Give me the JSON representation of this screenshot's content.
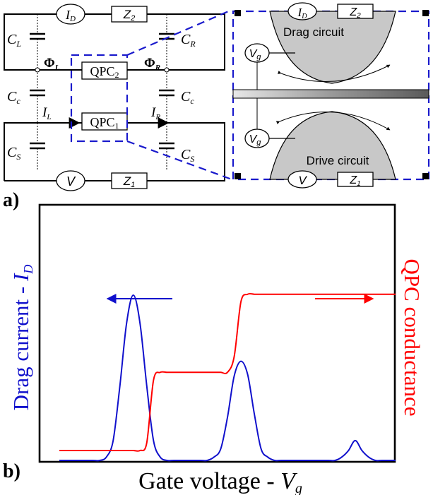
{
  "panel_a": {
    "label": "a)",
    "meters": {
      "drag": "I",
      "drag_sub": "D",
      "drive": "V",
      "gate_left": "V",
      "gate_left_sub": "g"
    },
    "impedances": {
      "top": "Z",
      "top_sub": "2",
      "bottom": "Z",
      "bottom_sub": "1"
    },
    "capacitors": {
      "cl": "C",
      "cl_sub": "L",
      "cr": "C",
      "cr_sub": "R",
      "cc_left": "C",
      "cc_left_sub": "c",
      "cc_right": "C",
      "cc_right_sub": "c",
      "cs_left": "C",
      "cs_left_sub": "S",
      "cs_right": "C",
      "cs_right_sub": "S"
    },
    "nodes": {
      "phi_l": "Φ",
      "phi_l_sub": "L",
      "phi_r": "Φ",
      "phi_r_sub": "R"
    },
    "currents": {
      "il": "I",
      "il_sub": "L",
      "ir": "I",
      "ir_sub": "R"
    },
    "qpc": {
      "top": "QPC",
      "top_sub": "2",
      "bottom": "QPC",
      "bottom_sub": "1"
    },
    "zoom": {
      "drag_meter": "I",
      "drag_meter_sub": "D",
      "drag_z": "Z",
      "drag_z_sub": "2",
      "drag_label": "Drag circuit",
      "gate_top": "V",
      "gate_top_sub": "g",
      "gate_bottom": "V",
      "gate_bottom_sub": "g",
      "drive_label": "Drive circuit",
      "drive_meter": "V",
      "drive_z": "Z",
      "drive_z_sub": "1"
    }
  },
  "panel_b": {
    "label": "b)",
    "left_axis_label": "Drag current - ",
    "left_axis_var": "I",
    "left_axis_sub": "D",
    "right_axis_label": "QPC conductance",
    "x_axis_label": "Gate voltage - ",
    "x_axis_var": "V",
    "x_axis_sub": "g"
  },
  "chart_data": {
    "type": "line",
    "title": "",
    "xlabel": "Gate voltage - Vg",
    "ylabel_left": "Drag current - ID",
    "ylabel_right": "QPC conductance",
    "x": [
      0.0,
      0.02,
      0.04,
      0.06,
      0.08,
      0.1,
      0.12,
      0.14,
      0.16,
      0.18,
      0.2,
      0.22,
      0.24,
      0.26,
      0.28,
      0.3,
      0.32,
      0.34,
      0.36,
      0.38,
      0.4,
      0.42,
      0.44,
      0.46,
      0.48,
      0.5,
      0.52,
      0.54,
      0.56,
      0.58,
      0.6,
      0.62,
      0.64,
      0.66,
      0.68,
      0.7,
      0.72,
      0.74,
      0.76,
      0.78,
      0.8,
      0.82,
      0.84,
      0.86,
      0.88,
      0.9,
      0.92,
      0.94,
      0.96,
      0.98,
      1.0
    ],
    "series": [
      {
        "values": [
          0,
          0,
          0,
          0,
          0,
          0,
          0,
          0.02,
          0.12,
          0.45,
          0.83,
          1.0,
          0.83,
          0.45,
          0.12,
          0.02,
          0,
          0,
          0,
          0,
          0,
          0,
          0,
          0.02,
          0.07,
          0.26,
          0.51,
          0.6,
          0.52,
          0.28,
          0.07,
          0.02,
          0,
          0,
          0,
          0,
          0,
          0,
          0,
          0,
          0,
          0,
          0.02,
          0.06,
          0.12,
          0.06,
          0.02,
          0,
          0,
          0,
          0
        ],
        "color": "#1010cc",
        "axis": "left"
      },
      {
        "values": [
          0,
          0,
          0,
          0,
          0,
          0,
          0,
          0,
          0,
          0,
          0,
          0,
          0,
          0.1,
          0.9,
          1.0,
          1.0,
          1.0,
          1.0,
          1.0,
          1.0,
          1.0,
          1.0,
          1.0,
          1.0,
          1.0,
          1.2,
          1.9,
          2.0,
          2.0,
          2.0,
          2.0,
          2.0,
          2.0,
          2.0,
          2.0,
          2.0,
          2.0,
          2.0,
          2.0,
          2.0,
          2.0,
          2.0,
          2.0,
          2.0,
          2.0,
          2.0,
          2.0,
          2.0,
          2.0,
          2.0
        ],
        "color": "#ff0000",
        "axis": "right"
      }
    ],
    "grid": false,
    "legend": "none"
  }
}
